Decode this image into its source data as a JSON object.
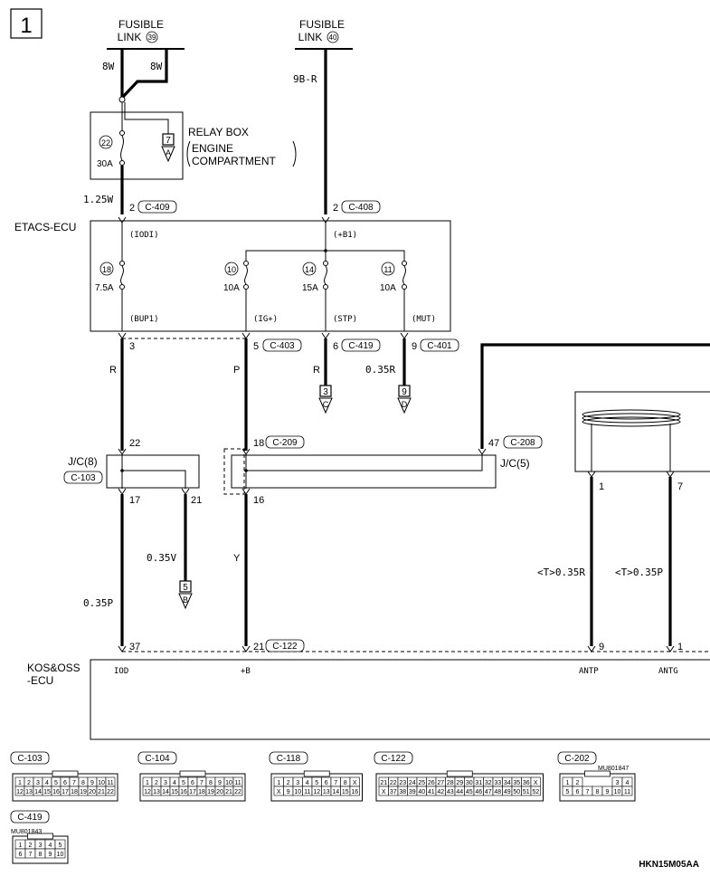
{
  "page_number": "1",
  "fusible_links": [
    {
      "prefix": "FUSIBLE",
      "label": "LINK",
      "num": "39"
    },
    {
      "prefix": "FUSIBLE",
      "label": "LINK",
      "num": "40"
    }
  ],
  "wires": {
    "fl39_left": "8W",
    "fl39_right": "8W",
    "fl40": "9B-R",
    "relay_out": "1.25W",
    "bup1": "R",
    "igp": "P",
    "stp": "R",
    "mut": "0.35R",
    "jc8_out1": "0.35V",
    "jc5_out": "Y",
    "kos_iod": "0.35P",
    "antp": "<T>0.35R",
    "antg": "<T>0.35P"
  },
  "relay_box": {
    "label": "RELAY BOX",
    "sub1": "ENGINE",
    "sub2": "COMPARTMENT",
    "fuse_num": "22",
    "fuse_rating": "30A",
    "ref_num": "7",
    "ref_letter": "A"
  },
  "etacs": {
    "label": "ETACS-ECU",
    "pin_iodi": {
      "pin": "2",
      "conn": "C-409",
      "name": "(IODI)"
    },
    "pin_b1": {
      "pin": "2",
      "conn": "C-408",
      "name": "(+B1)"
    },
    "fuses": [
      {
        "num": "18",
        "rating": "7.5A"
      },
      {
        "num": "10",
        "rating": "10A"
      },
      {
        "num": "14",
        "rating": "15A"
      },
      {
        "num": "11",
        "rating": "10A"
      }
    ],
    "outputs": [
      {
        "name": "(BUP1)",
        "pin": "3",
        "conn": ""
      },
      {
        "name": "(IG+)",
        "pin": "5",
        "conn": "C-403"
      },
      {
        "name": "(STP)",
        "pin": "6",
        "conn": "C-419"
      },
      {
        "name": "(MUT)",
        "pin": "9",
        "conn": "C-401"
      }
    ],
    "refs": [
      {
        "num": "3",
        "letter": "C"
      },
      {
        "num": "9",
        "letter": "D"
      }
    ]
  },
  "jc8": {
    "label": "J/C(8)",
    "conn": "C-103",
    "in_pin": "22",
    "out1": "17",
    "out2": "21",
    "ref_num": "5",
    "ref_letter": "B"
  },
  "jc5": {
    "label": "J/C(5)",
    "pin_18": "18",
    "conn_18": "C-209",
    "pin_47": "47",
    "conn_47": "C-208",
    "out": "16"
  },
  "antenna": {
    "pin1": "1",
    "pin2": "7",
    "kos_pin1": "9",
    "kos_pin2": "1"
  },
  "kos": {
    "label1": "KOS&OSS",
    "label2": "-ECU",
    "pin_iod": "37",
    "pin_b": "21",
    "conn_b": "C-122",
    "name_iod": "IOD",
    "name_b": "+B",
    "name_antp": "ANTP",
    "name_antg": "ANTG"
  },
  "connectors": [
    {
      "name": "C-103",
      "part": "",
      "row1": [
        "1",
        "2",
        "3",
        "4",
        "5",
        "6",
        "7",
        "8",
        "9",
        "10",
        "11"
      ],
      "row2": [
        "12",
        "13",
        "14",
        "15",
        "16",
        "17",
        "18",
        "19",
        "20",
        "21",
        "22"
      ]
    },
    {
      "name": "C-104",
      "part": "",
      "row1": [
        "1",
        "2",
        "3",
        "4",
        "5",
        "6",
        "7",
        "8",
        "9",
        "10",
        "11"
      ],
      "row2": [
        "12",
        "13",
        "14",
        "15",
        "16",
        "17",
        "18",
        "19",
        "20",
        "21",
        "22"
      ]
    },
    {
      "name": "C-118",
      "part": "",
      "row1": [
        "1",
        "2",
        "3",
        "4",
        "5",
        "6",
        "7",
        "8",
        "X"
      ],
      "row2": [
        "X",
        "9",
        "10",
        "11",
        "12",
        "13",
        "14",
        "15",
        "16"
      ]
    },
    {
      "name": "C-122",
      "part": "",
      "row1": [
        "21",
        "22",
        "23",
        "24",
        "25",
        "26",
        "27",
        "28",
        "29",
        "30",
        "31",
        "32",
        "33",
        "34",
        "35",
        "36",
        "X"
      ],
      "row2": [
        "X",
        "37",
        "38",
        "39",
        "40",
        "41",
        "42",
        "43",
        "44",
        "45",
        "46",
        "47",
        "48",
        "49",
        "50",
        "51",
        "52"
      ]
    },
    {
      "name": "C-202",
      "part": "MU801847",
      "row1": [
        "1",
        "2",
        "",
        "",
        "",
        "3",
        "4"
      ],
      "row2": [
        "5",
        "6",
        "7",
        "8",
        "9",
        "10",
        "11"
      ]
    },
    {
      "name": "C-419",
      "part": "MU801843",
      "row1": [
        "1",
        "2",
        "3",
        "4",
        "5"
      ],
      "row2": [
        "6",
        "7",
        "8",
        "9",
        "10"
      ]
    }
  ],
  "diagram_code": "HKN15M05AA"
}
